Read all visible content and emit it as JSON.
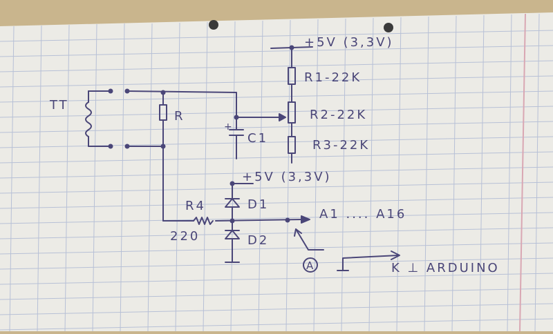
{
  "colors": {
    "ink": "#4a4678",
    "paper": "#ecebe6",
    "table": "#c9b58d",
    "rule": "#b7c0d6",
    "margin_line": "#d9a7b3"
  },
  "labels": {
    "tt": "TT",
    "r": "R",
    "r1": "R1-22K",
    "r2": "R2-22K",
    "r3": "R3-22K",
    "c1": "C1",
    "c1_plus": "+",
    "supply_top": "+5V (3,3V)",
    "supply_d1": "+5V (3,3V)",
    "d1": "D1",
    "d2": "D2",
    "r4": "R4",
    "r4_value": "220",
    "output": "A1 .... A16",
    "marker_a": "A",
    "ground_note": "K ⊥ ARDUINO"
  }
}
